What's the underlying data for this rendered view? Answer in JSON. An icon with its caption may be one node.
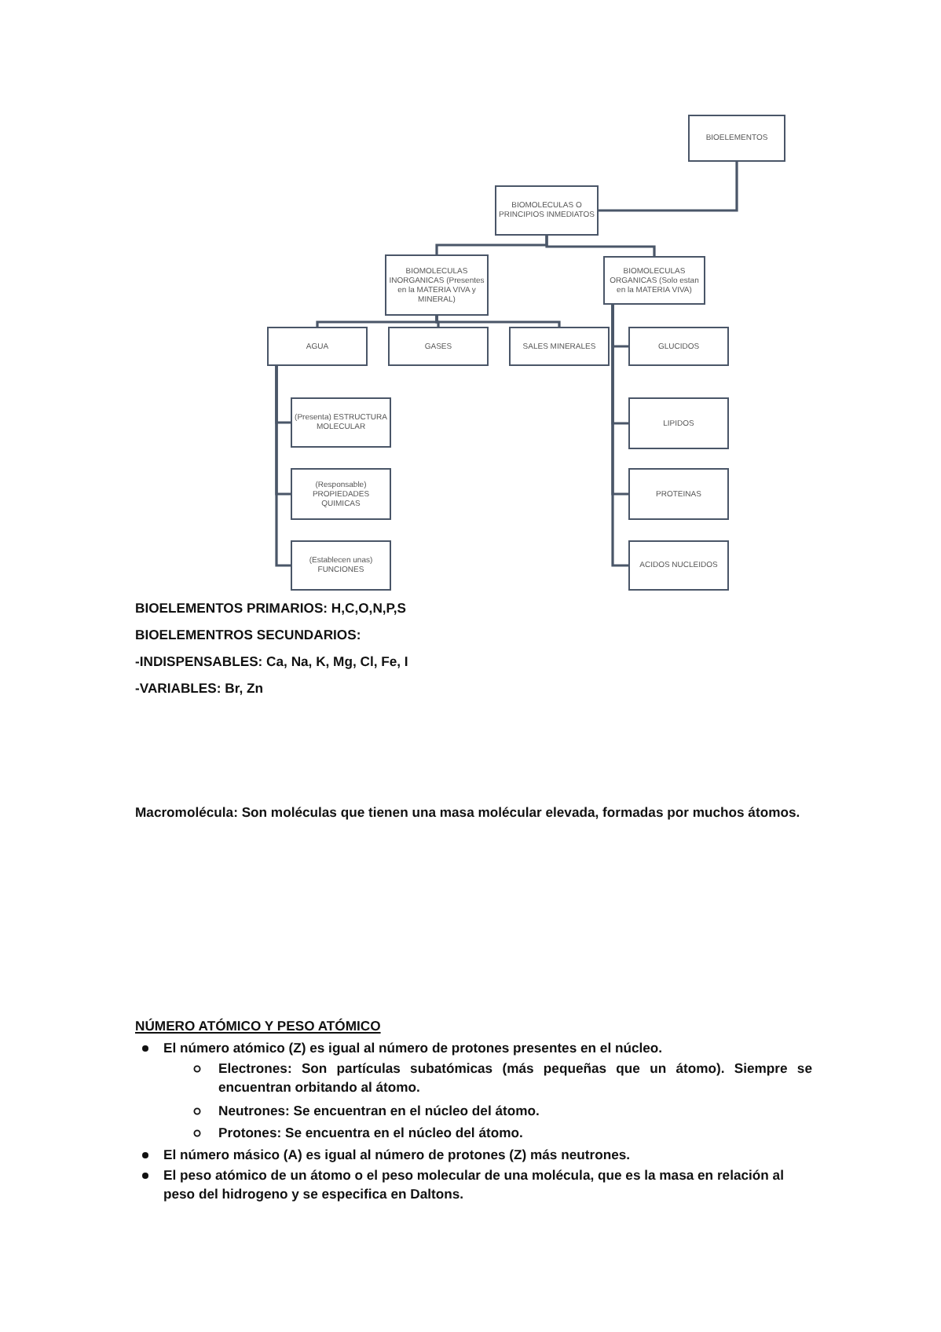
{
  "diagram": {
    "nodes": [
      {
        "text": [
          "BIOELEMENTOS"
        ]
      },
      {
        "text": [
          "BIOMOLECULAS O PRINCIPIOS INMEDIATOS"
        ]
      },
      {
        "text": [
          "BIOMOLECULAS INORGANICAS (Presentes en la MATERIA VIVA y MINERAL)"
        ]
      },
      {
        "text": [
          "BIOMOLECULAS ORGANICAS (Solo estan en la MATERIA VIVA)"
        ]
      },
      {
        "text": [
          "AGUA"
        ]
      },
      {
        "text": [
          "GASES"
        ]
      },
      {
        "text": [
          "SALES MINERALES"
        ]
      },
      {
        "text": [
          "(Presenta) ESTRUCTURA MOLECULAR"
        ]
      },
      {
        "text": [
          "(Responsable) PROPIEDADES QUIMICAS"
        ]
      },
      {
        "text": [
          "(Establecen unas) FUNCIONES"
        ]
      },
      {
        "text": [
          "GLUCIDOS"
        ]
      },
      {
        "text": [
          "LIPIDOS"
        ]
      },
      {
        "text": [
          "PROTEINAS"
        ]
      },
      {
        "text": [
          "ACIDOS NUCLEIDOS"
        ]
      }
    ],
    "edges": [
      {
        "from": 0,
        "to": 1,
        "arrow": "none"
      },
      {
        "from": 1,
        "to": 2,
        "arrow": "none"
      },
      {
        "from": 1,
        "to": 3,
        "arrow": "none"
      },
      {
        "from": 2,
        "to": 4,
        "arrow": "none"
      },
      {
        "from": 2,
        "to": 5,
        "arrow": "none"
      },
      {
        "from": 2,
        "to": 6,
        "arrow": "none"
      },
      {
        "from": 4,
        "to": 7,
        "arrow": "none"
      },
      {
        "from": 4,
        "to": 8,
        "arrow": "none"
      },
      {
        "from": 4,
        "to": 9,
        "arrow": "none"
      },
      {
        "from": 3,
        "to": 10,
        "arrow": "none"
      },
      {
        "from": 3,
        "to": 11,
        "arrow": "none"
      },
      {
        "from": 3,
        "to": 12,
        "arrow": "none"
      },
      {
        "from": 3,
        "to": 13,
        "arrow": "none"
      }
    ],
    "labels": [
      "BIOELEMENTOS PRIMARIOS: H,C,O,N,P,S",
      "BIOELEMENTROS SECUNDARIOS:",
      "-INDISPENSABLES: Ca, Na, K, Mg, Cl, Fe, I",
      "-VARIABLES: Br, Zn",
      "Macromolécula: Son moléculas que tienen una masa molécular elevada, formadas por muchos átomos.",
      "NÚMERO ATÓMICO Y PESO ATÓMICO",
      "El número atómico (Z) es igual al número de protones presentes en el núcleo.",
      "Electrones: Son partículas subatómicas (más pequeñas que un átomo). Siempre se encuentran orbitando al átomo.",
      "Neutrones: Se encuentran en el núcleo del átomo.",
      "Protones: Se encuentra en el núcleo del átomo.",
      "El número másico (A) es igual al número de protones (Z) más neutrones.",
      "El peso atómico de un átomo o el peso molecular de una molécula, que es la masa en relación al peso del hidrogeno y se especifica en Daltons."
    ]
  }
}
